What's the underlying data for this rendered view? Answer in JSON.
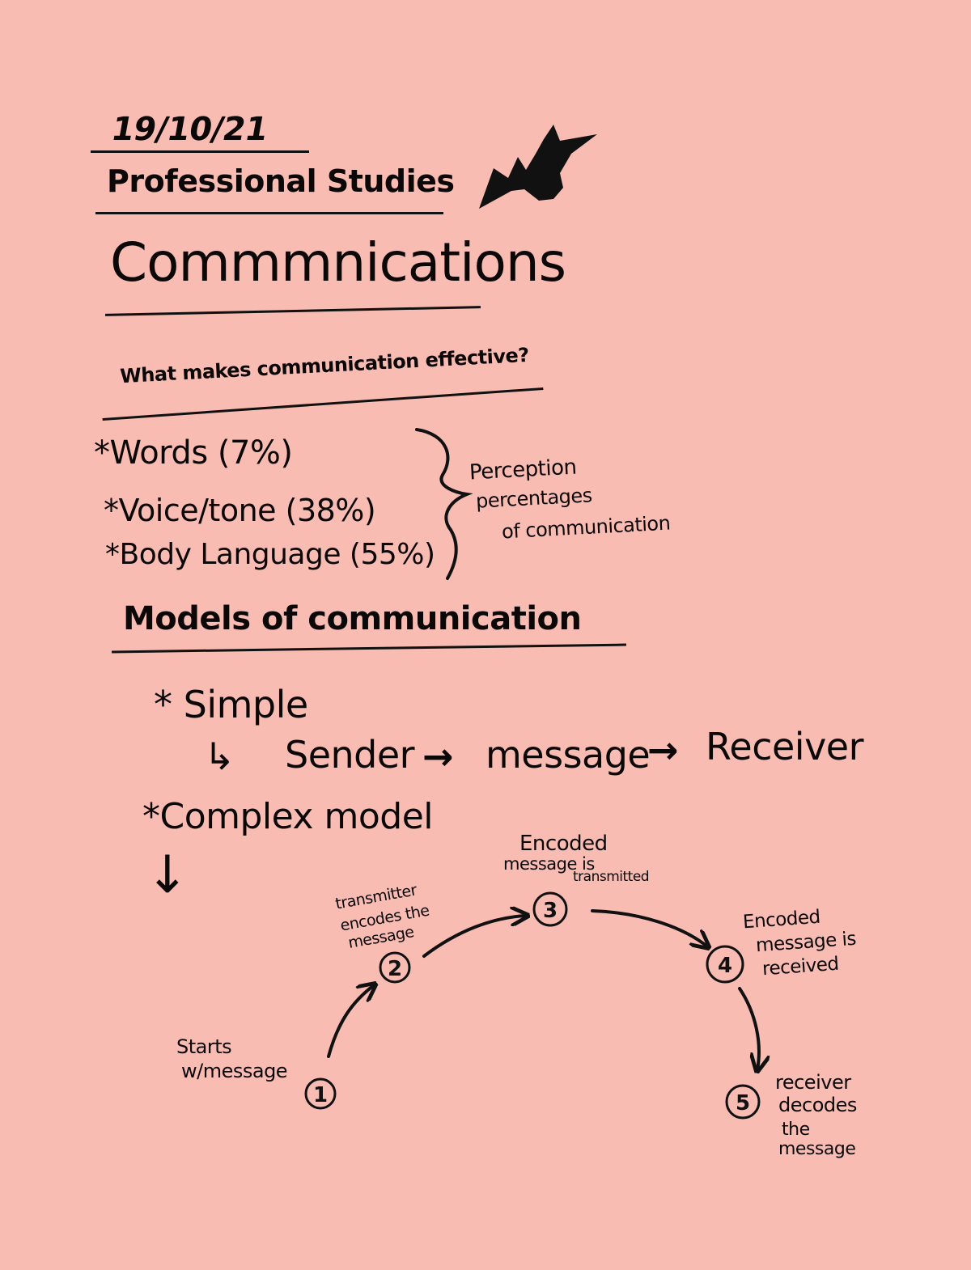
{
  "note": {
    "date": "19/10/21",
    "subject": "Professional Studies",
    "topic": "Commmnications",
    "question": "What makes communication effective?",
    "perception": {
      "items": [
        "*Words (7%)",
        "*Voice/tone (38%)",
        "*Body Language (55%)"
      ],
      "label_lines": [
        "Perception",
        "percentages",
        "of communication"
      ]
    },
    "models_heading": "Models of communication",
    "simple": {
      "label": "* Simple",
      "flow": [
        "Sender",
        "message",
        "Receiver"
      ],
      "lead_arrow": "↳",
      "link_arrow": "→"
    },
    "complex": {
      "label": "*Complex model",
      "down_arrow": "↓",
      "steps": [
        {
          "num": "1",
          "caption": [
            "Starts",
            "w/message"
          ]
        },
        {
          "num": "2",
          "caption": [
            "transmitter",
            "encodes the",
            "message"
          ]
        },
        {
          "num": "3",
          "caption": [
            "Encoded",
            "message is",
            "transmitted"
          ]
        },
        {
          "num": "4",
          "caption": [
            "Encoded",
            "message is",
            "received"
          ]
        },
        {
          "num": "5",
          "caption": [
            "receiver",
            "decodes",
            "the",
            "message"
          ]
        }
      ]
    },
    "doodle_icon": "bat-icon",
    "ink_color": "#111111",
    "paper_color": "#f8bcb3"
  }
}
